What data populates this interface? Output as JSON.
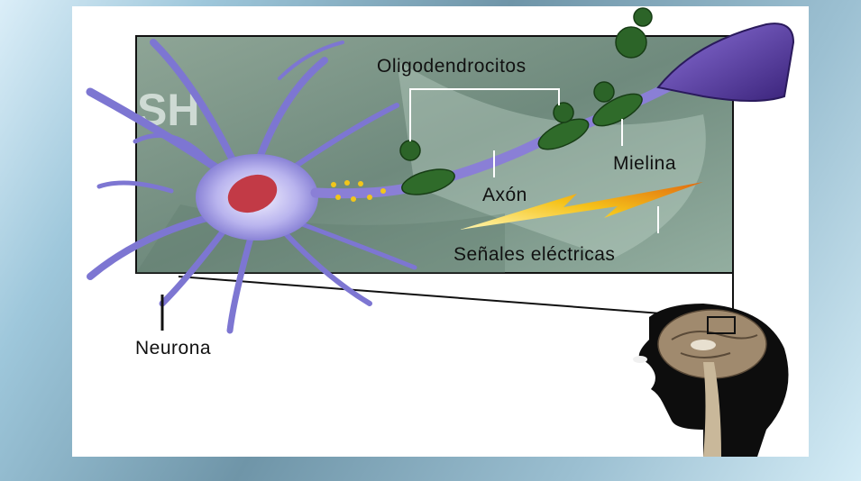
{
  "labels": {
    "oligodendrocitos": "Oligodendrocitos",
    "mielina": "Mielina",
    "axon": "Axón",
    "senales": "Señales eléctricas",
    "neurona": "Neurona",
    "watermark": "SH"
  },
  "colors": {
    "background": "#8fb8cc",
    "panel": "#ffffff",
    "inset_bg": "#7f9a8c",
    "neuron": "#8a84d6",
    "nucleus": "#c23a46",
    "myelin": "#2f6b2a",
    "terminal": "#5a3fa8",
    "signal": "#f2b512"
  }
}
